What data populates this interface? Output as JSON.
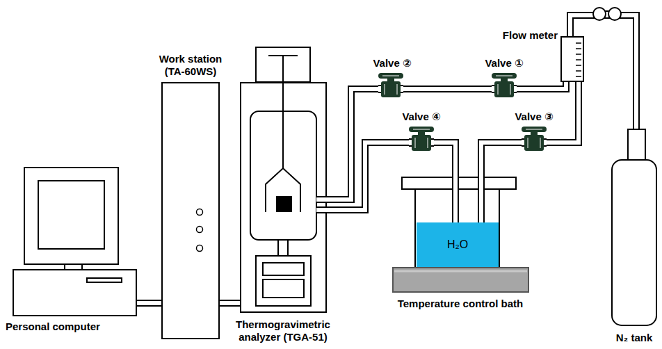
{
  "diagram": {
    "nodes": [
      {
        "text": [
          "Personal computer"
        ]
      },
      {
        "text": [
          "Work station (TA-60WS)"
        ]
      },
      {
        "text": [
          "Thermogravimetric analyzer (TGA-51)"
        ]
      },
      {
        "text": [
          "Valve ②"
        ]
      },
      {
        "text": [
          "Valve ①"
        ]
      },
      {
        "text": [
          "Flow meter"
        ]
      },
      {
        "text": [
          "Valve ④"
        ]
      },
      {
        "text": [
          "Valve ③"
        ]
      },
      {
        "text": [
          "Temperature control bath"
        ]
      },
      {
        "text": [
          "H₂O"
        ],
        "in": 8
      },
      {
        "text": [
          "N₂ tank"
        ]
      }
    ],
    "edges": [
      {
        "from": 0,
        "to": 1,
        "arrow": "none"
      },
      {
        "from": 1,
        "to": 2,
        "arrow": "none"
      },
      {
        "from": 10,
        "to": 5,
        "arrow": "none"
      },
      {
        "from": 5,
        "to": 4,
        "arrow": "none"
      },
      {
        "from": 4,
        "to": 3,
        "arrow": "none"
      },
      {
        "from": 3,
        "to": 2,
        "arrow": "none"
      },
      {
        "from": 5,
        "to": 7,
        "arrow": "none"
      },
      {
        "from": 7,
        "to": 9,
        "arrow": "none"
      },
      {
        "from": 9,
        "to": 6,
        "arrow": "none"
      },
      {
        "from": 6,
        "to": 2,
        "arrow": "none"
      }
    ]
  }
}
